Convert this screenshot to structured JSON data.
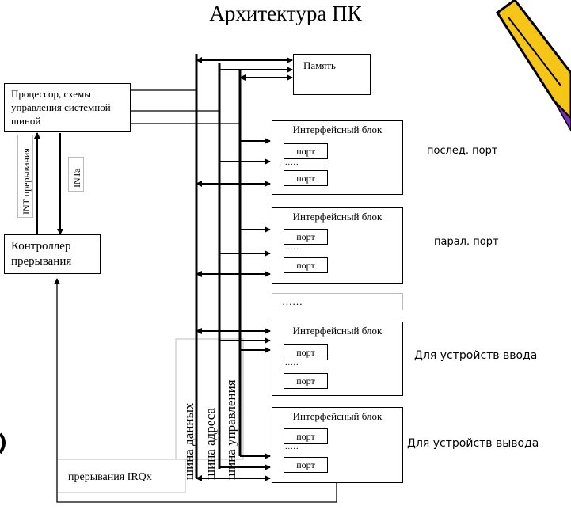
{
  "title": "Архитектура ПК",
  "processor_label": "Процессор,  схемы управления системной шиной",
  "controller_label": "Контроллер прерывания",
  "memory_label": "Память",
  "int_signal_label": "INT прерывания",
  "inta_label": "INTa",
  "irq_label": "прерывания IRQx",
  "bus_labels": [
    "шина данных",
    "шина адреса",
    "шина управления"
  ],
  "interface_blocks": [
    {
      "title": "Интерфейсный блок",
      "port_top": "порт",
      "dots": ".....",
      "port_bottom": "порт",
      "side_label": "послед. порт"
    },
    {
      "title": "Интерфейсный блок",
      "port_top": "порт",
      "dots": ".....",
      "port_bottom": "порт",
      "side_label": "парал. порт"
    },
    {
      "title": "Интерфейсный блок",
      "port_top": "порт",
      "dots": ".....",
      "port_bottom": "порт",
      "side_label": "Для устройств ввода"
    },
    {
      "title": "Интерфейсный блок",
      "port_top": "порт",
      "dots": ".....",
      "port_bottom": "порт",
      "side_label": "Для устройств вывода"
    }
  ],
  "ellipsis_block": "……",
  "colors": {
    "pencil_body": "#f5c518",
    "pencil_outline": "#000000",
    "pencil_tip": "#7b2cbf"
  }
}
